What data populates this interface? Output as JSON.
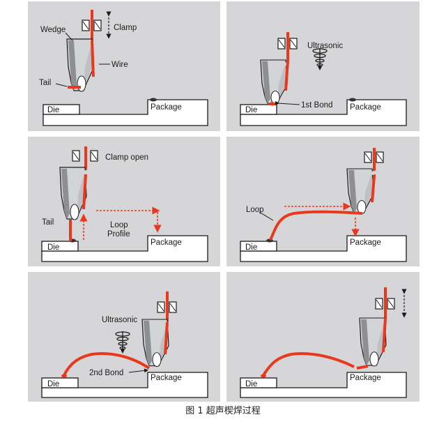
{
  "caption": "图 1  超声楔焊过程",
  "colors": {
    "panel": "#d6d6d8",
    "wire": "#e8391d",
    "tool": "#d3d4d6",
    "tool_dark": "#8e8f92",
    "stroke": "#1a1a1a",
    "background": "#ffffff"
  },
  "panels": [
    {
      "id": "wedge-clamp",
      "labels": {
        "wedge": "Wedge",
        "clamp": "Clamp",
        "wire": "Wire",
        "tail": "Tail",
        "die": "Die",
        "package": "Package"
      }
    },
    {
      "id": "first-bond",
      "labels": {
        "ultrasonic": "Ultrasonic",
        "first_bond": "1st Bond",
        "die": "Die",
        "package": "Package"
      }
    },
    {
      "id": "clamp-open",
      "labels": {
        "clamp_open": "Clamp open",
        "tail": "Tail",
        "loop_profile_1": "Loop",
        "loop_profile_2": "Profile",
        "die": "Die",
        "package": "Package"
      }
    },
    {
      "id": "loop-forming",
      "labels": {
        "loop": "Loop",
        "die": "Die",
        "package": "Package"
      }
    },
    {
      "id": "second-bond",
      "labels": {
        "ultrasonic": "Ultrasonic",
        "second_bond": "2nd Bond",
        "die": "Die",
        "package": "Package"
      }
    },
    {
      "id": "tool-lift",
      "labels": {
        "die": "Die",
        "package": "Package"
      }
    }
  ]
}
